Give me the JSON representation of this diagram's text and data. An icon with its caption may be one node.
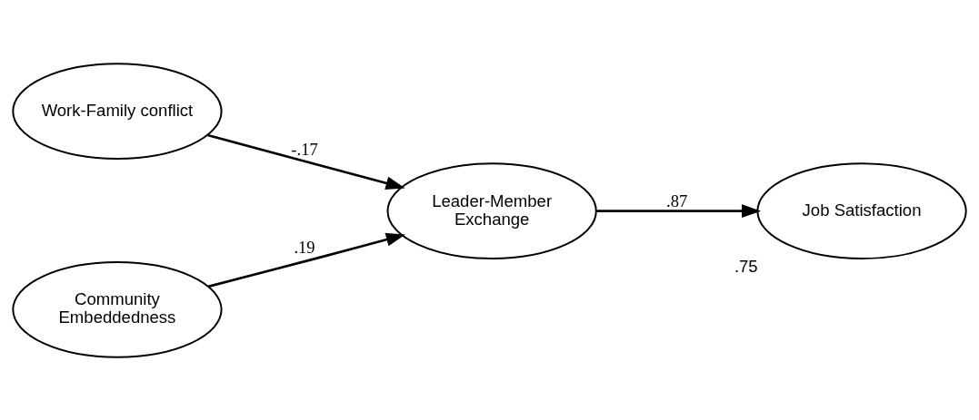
{
  "diagram": {
    "nodes": [
      {
        "text": [
          "Work-Family conflict"
        ]
      },
      {
        "text": [
          "Community Embeddedness"
        ]
      },
      {
        "text": [
          "Leader-Member Exchange"
        ]
      },
      {
        "text": [
          "Job Satisfaction"
        ],
        "beside": [
          ".75"
        ]
      }
    ],
    "edges": [
      {
        "from": 0,
        "to": 2,
        "arrow": "to",
        "label": "-.17"
      },
      {
        "from": 1,
        "to": 2,
        "arrow": "to",
        "label": ".19"
      },
      {
        "from": 2,
        "to": 3,
        "arrow": "to",
        "label": ".87"
      }
    ]
  }
}
